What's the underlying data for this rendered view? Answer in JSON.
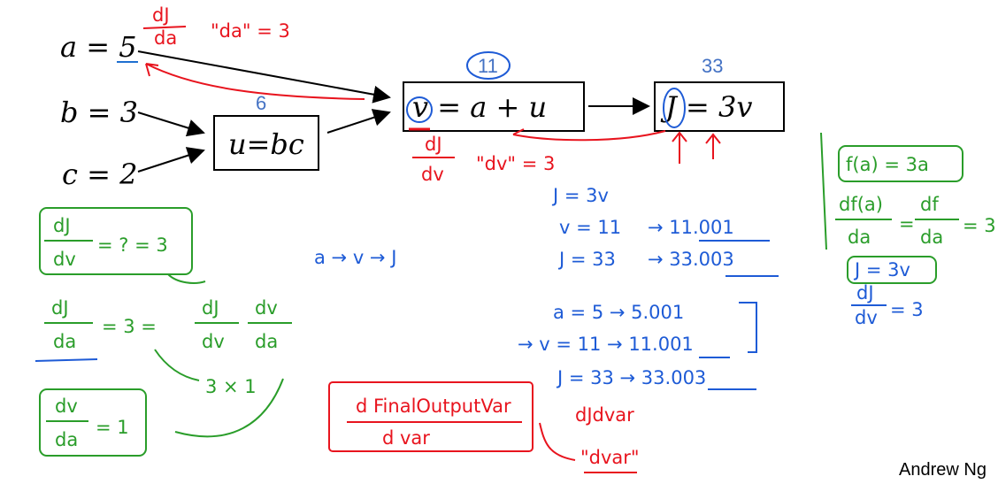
{
  "slide": {
    "inputs": [
      "a = 5",
      "b = 3",
      "c = 2"
    ],
    "nodes": {
      "u": "u=bc",
      "v": "v = a + u",
      "J": "J = 3v"
    },
    "values": {
      "u": "6",
      "v": "11",
      "J": "33"
    },
    "credit": "Andrew Ng"
  },
  "annotations": {
    "red": {
      "dJ": "dJ",
      "da": "da",
      "da_quote": "\"da\" = 3",
      "dJ2": "dJ",
      "dv": "dv",
      "dv_quote": "\"dv\" = 3",
      "final_num": "d FinalOutputVar",
      "final_den": "d var",
      "dJdvar": "dJdvar",
      "dvar": "\"dvar\""
    },
    "blue": {
      "chain": "a → v → J",
      "l1": "J = 3v",
      "l2": "v = 11",
      "l2r": "→ 11.001",
      "l3": "J = 33",
      "l3r": "→ 33.003",
      "l4": "a = 5 → 5.001",
      "l5": "→ v = 11 → 11.001",
      "l6": "J = 33 → 33.003"
    },
    "green": {
      "dJ": "dJ",
      "dv": "dv",
      "eq1": "= ? = 3",
      "dJa": "dJ",
      "da": "da",
      "eq2": "= 3 =",
      "dJb": "dJ",
      "dvb": "dv",
      "dvc": "dv",
      "dac": "da",
      "prod": "3 × 1",
      "dv1": "dv",
      "da1": "da",
      "eq3": "= 1",
      "fa": "f(a) = 3a",
      "dfa": "df(a)",
      "dfa_den": "da",
      "eq4": "=",
      "df": "df",
      "df_den": "da",
      "eq5": "= 3",
      "j3v": "J = 3v",
      "dJr": "dJ",
      "dvr": "dv",
      "eq6": "= 3"
    }
  }
}
